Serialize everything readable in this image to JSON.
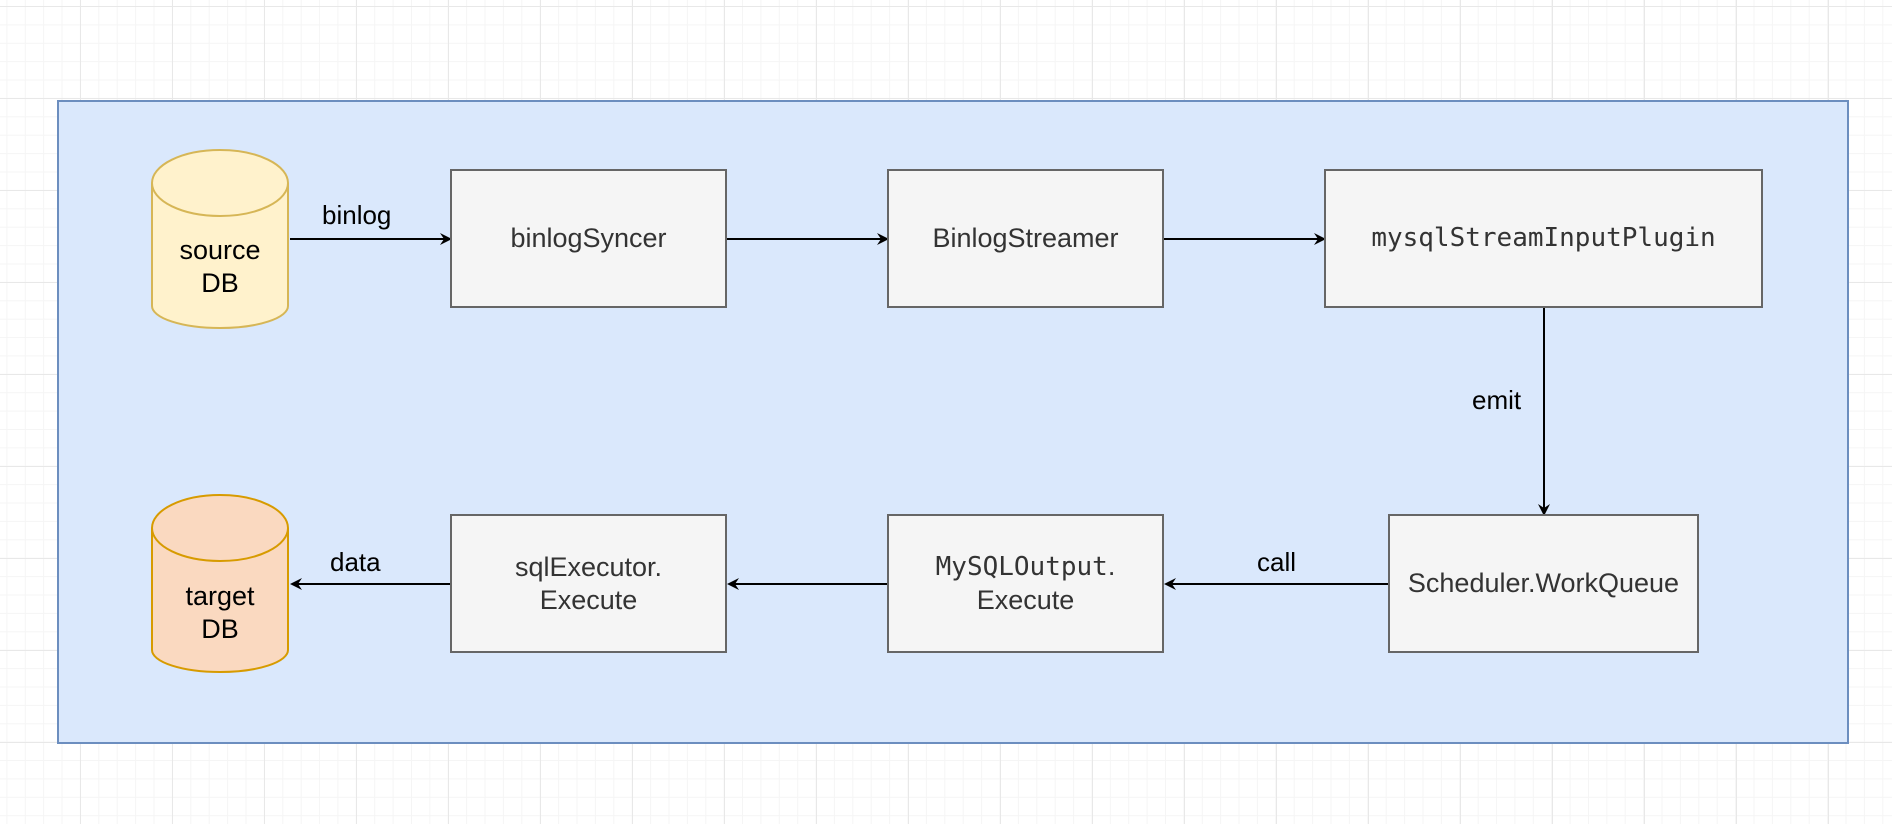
{
  "nodes": {
    "source_db": {
      "line1": "source",
      "line2": "DB",
      "fill": "#fff2cc",
      "stroke": "#d6b656"
    },
    "target_db": {
      "line1": "target",
      "line2": "DB",
      "fill": "#fad9c0",
      "stroke": "#d79b00"
    },
    "binlog_syncer": "binlogSyncer",
    "binlog_streamer": "BinlogStreamer",
    "input_plugin": "mysqlStreamInputPlugin",
    "scheduler": "Scheduler.WorkQueue",
    "mysql_output": {
      "code": "MySQLOutput",
      "suffix": ".",
      "line2": "Execute"
    },
    "sql_executor": {
      "line1": "sqlExecutor.",
      "line2": "Execute"
    }
  },
  "edges": {
    "binlog": "binlog",
    "emit": "emit",
    "call": "call",
    "data": "data"
  },
  "colors": {
    "container_fill": "#dae8fc",
    "container_stroke": "#6c8ebf",
    "box_fill": "#f5f5f5",
    "box_stroke": "#666666"
  }
}
